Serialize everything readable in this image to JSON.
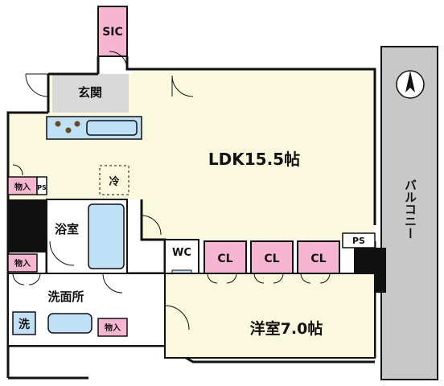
{
  "labels": {
    "sic": "SIC",
    "genkan": "玄関",
    "ldk": "LDK15.5帖",
    "rei": "冷",
    "monoire1": "物入",
    "monoire2": "物入",
    "monoire3": "物入",
    "ps_small": "PS",
    "yokushitsu": "浴室",
    "senmenjo": "洗面所",
    "sen": "洗",
    "wc": "WC",
    "cl1": "CL",
    "cl2": "CL",
    "cl3": "CL",
    "ps": "PS",
    "youshitsu": "洋室7.0帖",
    "balcony": "バルコニー"
  },
  "colors": {
    "ldk_floor": "#fbf9dd",
    "genkan_floor": "#d9d9d9",
    "storage_pink": "#f6b6d2",
    "bath_blue": "#bfe0f5",
    "balcony_gray": "#c8c8c8",
    "wall": "#111111",
    "kitchen_dots": "#6b4a1f"
  }
}
